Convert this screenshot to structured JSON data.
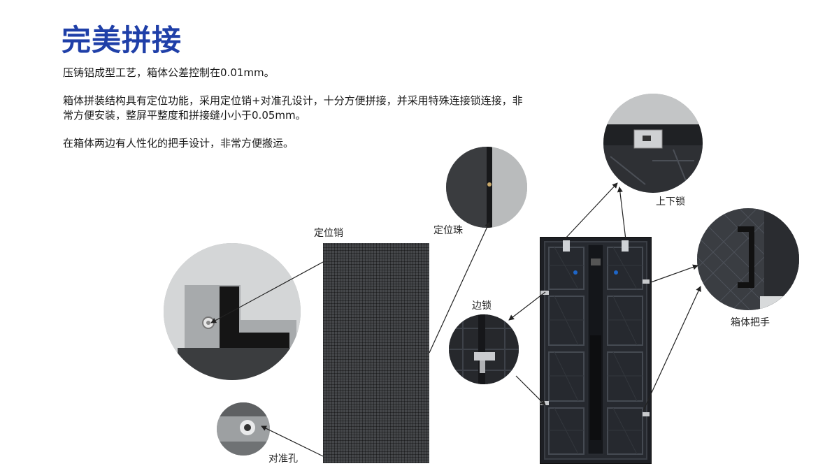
{
  "heading": "完美拼接",
  "paragraphs": [
    "压铸铝成型工艺，箱体公差控制在0.01mm。",
    "箱体拼装结构具有定位功能，采用定位销+对准孔设计，十分方便拼接，并采用特殊连接锁连接，非常方便安装，整屏平整度和拼接缝小小于0.05mm。",
    "在箱体两边有人性化的把手设计，非常方便搬运。"
  ],
  "labels": {
    "locating_pin": "定位销",
    "locating_bead": "定位珠",
    "alignment_hole": "对准孔",
    "side_lock": "边锁",
    "top_bottom_lock": "上下锁",
    "cabinet_handle": "箱体把手"
  },
  "colors": {
    "heading": "#1f3fa8",
    "text": "#1a1a1a",
    "panel_front": "#45474a",
    "panel_back": "#1d1f24"
  }
}
